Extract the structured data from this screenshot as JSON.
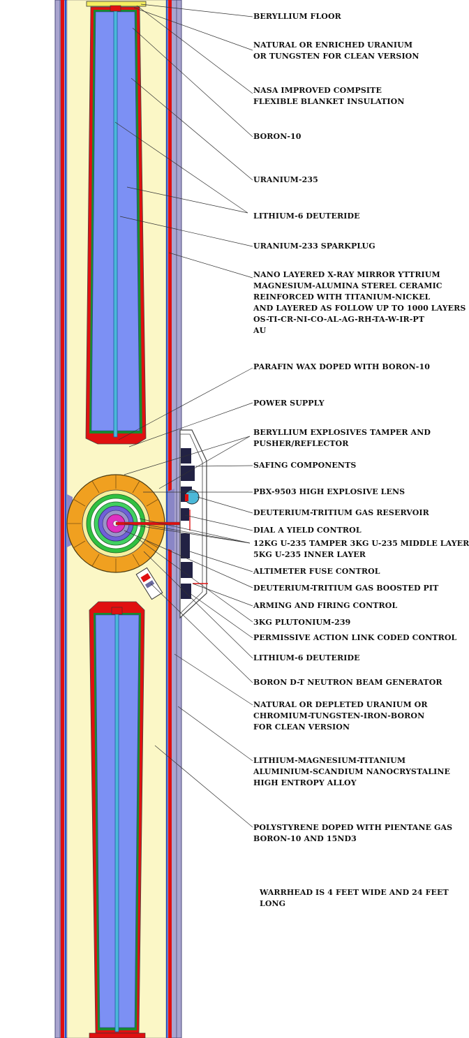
{
  "colors": {
    "outer_case": "#a9a4cf",
    "case_edge": "#4a4a7a",
    "red_liner": "#e01010",
    "blue_liner": "#2050d0",
    "filler": "#fbf7c6",
    "lithium_deuteride": "#7c90f4",
    "uranium_sleeve": "#1a8a30",
    "sparkplug": "#4bb8d8",
    "explosive_lens": "#f0a020",
    "tamper_rings": "#30c040",
    "boosted_pit": "#e030c0",
    "plutonium": "#7060d8",
    "electronics": "#222244",
    "leader_lines": "#333333"
  },
  "labels": [
    {
      "key": "beryllium-floor",
      "text": "BERYLLIUM FLOOR"
    },
    {
      "key": "natural-enriched-uranium",
      "text": "NATURAL OR ENRICHED URANIUM\nOR TUNGSTEN FOR CLEAN VERSION"
    },
    {
      "key": "blanket-insulation",
      "text": "NASA IMPROVED COMPSITE\nFLEXIBLE BLANKET INSULATION"
    },
    {
      "key": "boron-10",
      "text": "BORON-10"
    },
    {
      "key": "uranium-235",
      "text": "URANIUM-235"
    },
    {
      "key": "lithium-6-deuteride-top",
      "text": "LITHIUM-6 DEUTERIDE"
    },
    {
      "key": "uranium-233-sparkplug",
      "text": "URANIUM-233 SPARKPLUG"
    },
    {
      "key": "xray-mirror",
      "text": "NANO LAYERED X-RAY MIRROR YTTRIUM\nMAGNESIUM-ALUMINA STEREL CERAMIC\nREINFORCED WITH TITANIUM-NICKEL\nAND LAYERED AS FOLLOW UP TO 1000 LAYERS\nOS-TI-CR-NI-CO-AL-AG-RH-TA-W-IR-PT\nAU"
    },
    {
      "key": "parafin-wax",
      "text": "PARAFIN WAX DOPED WITH BORON-10"
    },
    {
      "key": "power-supply",
      "text": "POWER SUPPLY"
    },
    {
      "key": "beryllium-tamper",
      "text": "BERYLLIUM EXPLOSIVES TAMPER AND\nPUSHER/REFLECTOR"
    },
    {
      "key": "safing-components",
      "text": "SAFING COMPONENTS"
    },
    {
      "key": "pbx-9503",
      "text": "PBX-9503 HIGH EXPLOSIVE LENS"
    },
    {
      "key": "dt-gas-reservoir",
      "text": "DEUTERIUM-TRITIUM GAS RESERVOIR"
    },
    {
      "key": "dial-a-yield",
      "text": "DIAL A YIELD CONTROL"
    },
    {
      "key": "u235-tamper-layers",
      "text": "12KG U-235 TAMPER 3KG U-235 MIDDLE LAYER\n5KG U-235 INNER LAYER"
    },
    {
      "key": "altimeter-fuse",
      "text": "ALTIMETER FUSE CONTROL"
    },
    {
      "key": "dt-boosted-pit",
      "text": "DEUTERIUM-TRITIUM GAS BOOSTED PIT"
    },
    {
      "key": "arming-firing",
      "text": "ARMING AND FIRING CONTROL"
    },
    {
      "key": "plutonium-239",
      "text": "3KG PLUTONIUM-239"
    },
    {
      "key": "permissive-action-link",
      "text": "PERMISSIVE ACTION LINK CODED CONTROL"
    },
    {
      "key": "lithium-6-deuteride-bottom",
      "text": "LITHIUM-6 DEUTERIDE"
    },
    {
      "key": "neutron-generator",
      "text": "BORON D-T NEUTRON BEAM GENERATOR"
    },
    {
      "key": "natural-depleted-uranium",
      "text": "NATURAL OR DEPLETED URANIUM OR\nCHROMIUM-TUNGSTEN-IRON-BORON\nFOR CLEAN VERSION"
    },
    {
      "key": "high-entropy-alloy",
      "text": "LITHIUM-MAGNESIUM-TITANIUM\nALUMINIUM-SCANDIUM NANOCRYSTALINE\nHIGH ENTROPY ALLOY"
    },
    {
      "key": "polystyrene",
      "text": "POLYSTYRENE DOPED WITH PIENTANE GAS\nBORON-10 AND 15ND3"
    }
  ],
  "note": "WARRHEAD IS 4 FEET WIDE AND 24 FEET\nLONG"
}
